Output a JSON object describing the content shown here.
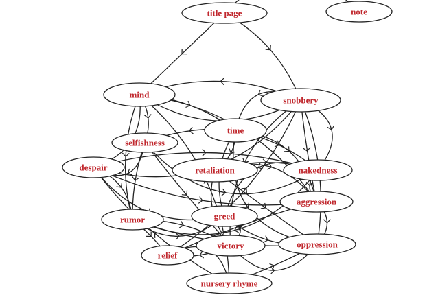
{
  "diagram": {
    "nodes": [
      {
        "id": "title_page",
        "label": "title page"
      },
      {
        "id": "note",
        "label": "note"
      },
      {
        "id": "mind",
        "label": "mind"
      },
      {
        "id": "snobbery",
        "label": "snobbery"
      },
      {
        "id": "time",
        "label": "time"
      },
      {
        "id": "selfishness",
        "label": "selfishness"
      },
      {
        "id": "despair",
        "label": "despair"
      },
      {
        "id": "retaliation",
        "label": "retaliation"
      },
      {
        "id": "nakedness",
        "label": "nakedness"
      },
      {
        "id": "aggression",
        "label": "aggression"
      },
      {
        "id": "rumor",
        "label": "rumor"
      },
      {
        "id": "greed",
        "label": "greed"
      },
      {
        "id": "victory",
        "label": "victory"
      },
      {
        "id": "oppression",
        "label": "oppression"
      },
      {
        "id": "relief",
        "label": "relief"
      },
      {
        "id": "nursery_rhyme",
        "label": "nursery rhyme"
      }
    ],
    "edges": [
      [
        "title_page",
        "note"
      ],
      [
        "title_page",
        "mind"
      ],
      [
        "title_page",
        "snobbery"
      ],
      [
        "mind",
        "snobbery"
      ],
      [
        "snobbery",
        "mind"
      ],
      [
        "mind",
        "time"
      ],
      [
        "mind",
        "despair"
      ],
      [
        "mind",
        "rumor"
      ],
      [
        "mind",
        "selfishness"
      ],
      [
        "snobbery",
        "time"
      ],
      [
        "snobbery",
        "nakedness"
      ],
      [
        "snobbery",
        "aggression"
      ],
      [
        "snobbery",
        "oppression"
      ],
      [
        "snobbery",
        "victory"
      ],
      [
        "time",
        "selfishness"
      ],
      [
        "time",
        "nakedness"
      ],
      [
        "time",
        "aggression"
      ],
      [
        "time",
        "greed"
      ],
      [
        "time",
        "retaliation"
      ],
      [
        "selfishness",
        "nakedness"
      ],
      [
        "selfishness",
        "despair"
      ],
      [
        "selfishness",
        "rumor"
      ],
      [
        "despair",
        "rumor"
      ],
      [
        "despair",
        "greed"
      ],
      [
        "despair",
        "aggression"
      ],
      [
        "retaliation",
        "nakedness"
      ],
      [
        "retaliation",
        "aggression"
      ],
      [
        "retaliation",
        "victory"
      ],
      [
        "retaliation",
        "oppression"
      ],
      [
        "nakedness",
        "greed"
      ],
      [
        "nakedness",
        "rumor"
      ],
      [
        "nakedness",
        "aggression"
      ],
      [
        "aggression",
        "oppression"
      ],
      [
        "rumor",
        "greed"
      ],
      [
        "rumor",
        "relief"
      ],
      [
        "rumor",
        "victory"
      ],
      [
        "greed",
        "victory"
      ],
      [
        "greed",
        "oppression"
      ],
      [
        "victory",
        "relief"
      ],
      [
        "victory",
        "oppression"
      ],
      [
        "relief",
        "nursery_rhyme"
      ],
      [
        "nursery_rhyme",
        "oppression"
      ],
      [
        "nursery_rhyme",
        "despair"
      ],
      [
        "nursery_rhyme",
        "mind"
      ],
      [
        "relief",
        "snobbery"
      ],
      [
        "despair",
        "nakedness"
      ],
      [
        "mind",
        "aggression"
      ],
      [
        "rumor",
        "oppression"
      ],
      [
        "selfishness",
        "victory"
      ],
      [
        "time",
        "oppression"
      ],
      [
        "snobbery",
        "despair"
      ],
      [
        "relief",
        "aggression"
      ]
    ]
  }
}
